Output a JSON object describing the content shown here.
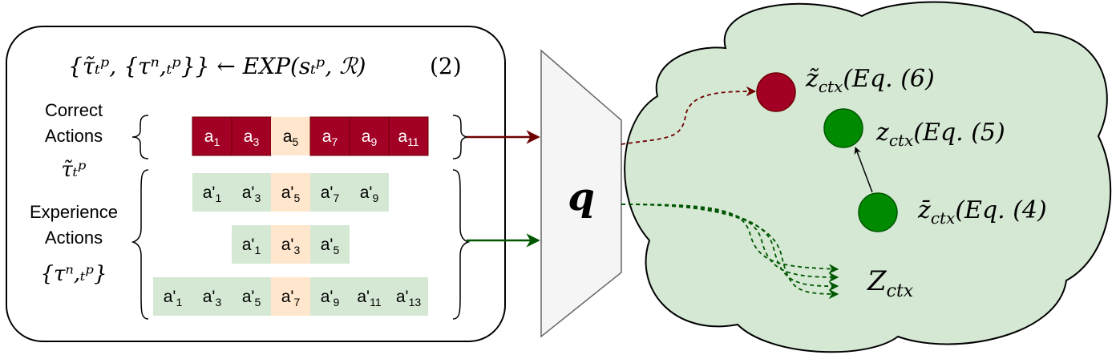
{
  "header_equation": {
    "text": "{τ̃ₜᵖ, {τⁿ,ₜᵖ}} ← EXP(sₜᵖ, ℛ)",
    "number": "(2)"
  },
  "labels": {
    "correct_actions_line1": "Correct",
    "correct_actions_line2": "Actions",
    "correct_symbol": "τ̃ₜᵖ",
    "experience_line1": "Experience",
    "experience_line2": "Actions",
    "experience_symbol": "{τⁿ,ₜᵖ}"
  },
  "correct_row": [
    {
      "base": "a",
      "sub": "1",
      "kind": "correct"
    },
    {
      "base": "a",
      "sub": "3",
      "kind": "correct"
    },
    {
      "base": "a",
      "sub": "5",
      "kind": "highlight"
    },
    {
      "base": "a",
      "sub": "7",
      "kind": "correct"
    },
    {
      "base": "a",
      "sub": "9",
      "kind": "correct"
    },
    {
      "base": "a",
      "sub": "11",
      "kind": "correct"
    }
  ],
  "experience_rows": [
    [
      {
        "base": "a'",
        "sub": "1",
        "kind": "exp"
      },
      {
        "base": "a'",
        "sub": "3",
        "kind": "exp"
      },
      {
        "base": "a'",
        "sub": "5",
        "kind": "highlight"
      },
      {
        "base": "a'",
        "sub": "7",
        "kind": "exp"
      },
      {
        "base": "a'",
        "sub": "9",
        "kind": "exp"
      }
    ],
    [
      {
        "base": "a'",
        "sub": "1",
        "kind": "exp"
      },
      {
        "base": "a'",
        "sub": "3",
        "kind": "highlight"
      },
      {
        "base": "a'",
        "sub": "5",
        "kind": "exp"
      }
    ],
    [
      {
        "base": "a'",
        "sub": "1",
        "kind": "exp"
      },
      {
        "base": "a'",
        "sub": "3",
        "kind": "exp"
      },
      {
        "base": "a'",
        "sub": "5",
        "kind": "exp"
      },
      {
        "base": "a'",
        "sub": "7",
        "kind": "highlight"
      },
      {
        "base": "a'",
        "sub": "9",
        "kind": "exp"
      },
      {
        "base": "a'",
        "sub": "11",
        "kind": "exp"
      },
      {
        "base": "a'",
        "sub": "13",
        "kind": "exp"
      }
    ]
  ],
  "encoder_label": "q",
  "latents": {
    "z_tilde": {
      "symbol": "z̃",
      "sub": "ctx",
      "eq": "(Eq. (6)"
    },
    "z": {
      "symbol": "z",
      "sub": "ctx",
      "eq": "(Eq. (5)"
    },
    "z_bar": {
      "symbol": "z̄",
      "sub": "ctx",
      "eq": "(Eq. (4)"
    },
    "Z": {
      "symbol": "Z",
      "sub": "ctx"
    }
  },
  "colors": {
    "correct_cell": "#a20025",
    "highlight_cell": "#ffe6cc",
    "experience_cell": "#d5e8d4",
    "cloud_fill": "#d5e8d4",
    "red_arrow": "#6f0000",
    "green_arrow": "#005700",
    "red_node": "#a20025",
    "green_node": "#008a00",
    "encoder_fill": "#f5f5f5"
  }
}
